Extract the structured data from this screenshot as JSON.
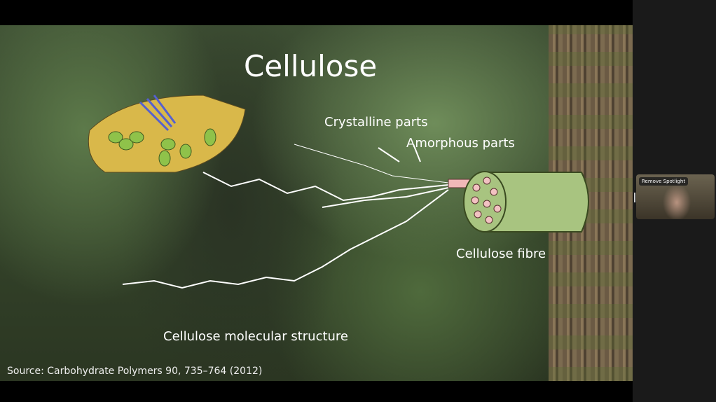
{
  "slide": {
    "title": "Cellulose",
    "labels": {
      "crystalline": "Crystalline parts",
      "amorphous": "Amorphous parts",
      "fibre": "Cellulose fibre",
      "molecular": "Cellulose molecular structure"
    },
    "source": "Source: Carbohydrate Polymers 90, 735–764 (2012)"
  },
  "participant": {
    "spotlight_button": "Remove Spotlight"
  }
}
